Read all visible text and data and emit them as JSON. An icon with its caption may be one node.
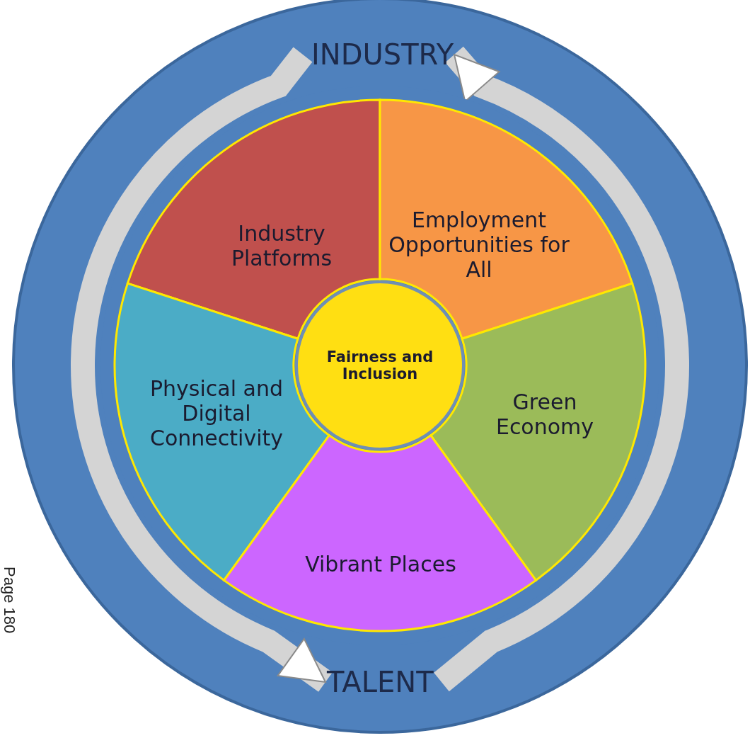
{
  "diagram": {
    "nodes": [
      {
        "text": [
          "INDUSTRY"
        ]
      },
      {
        "text": [
          "Industry Platforms"
        ]
      },
      {
        "text": [
          "Employment Opportunities for All"
        ]
      },
      {
        "text": [
          "Physical and Digital Connectivity"
        ]
      },
      {
        "text": [
          "Fairness and Inclusion"
        ]
      },
      {
        "text": [
          "Green Economy"
        ]
      },
      {
        "text": [
          "Vibrant Places"
        ]
      },
      {
        "text": [
          "TALENT"
        ]
      }
    ],
    "edges": [
      {
        "from": 0,
        "to": 7,
        "arrow": "to"
      },
      {
        "from": 7,
        "to": 0,
        "arrow": "to"
      }
    ],
    "labels": [
      "Page 180"
    ]
  }
}
